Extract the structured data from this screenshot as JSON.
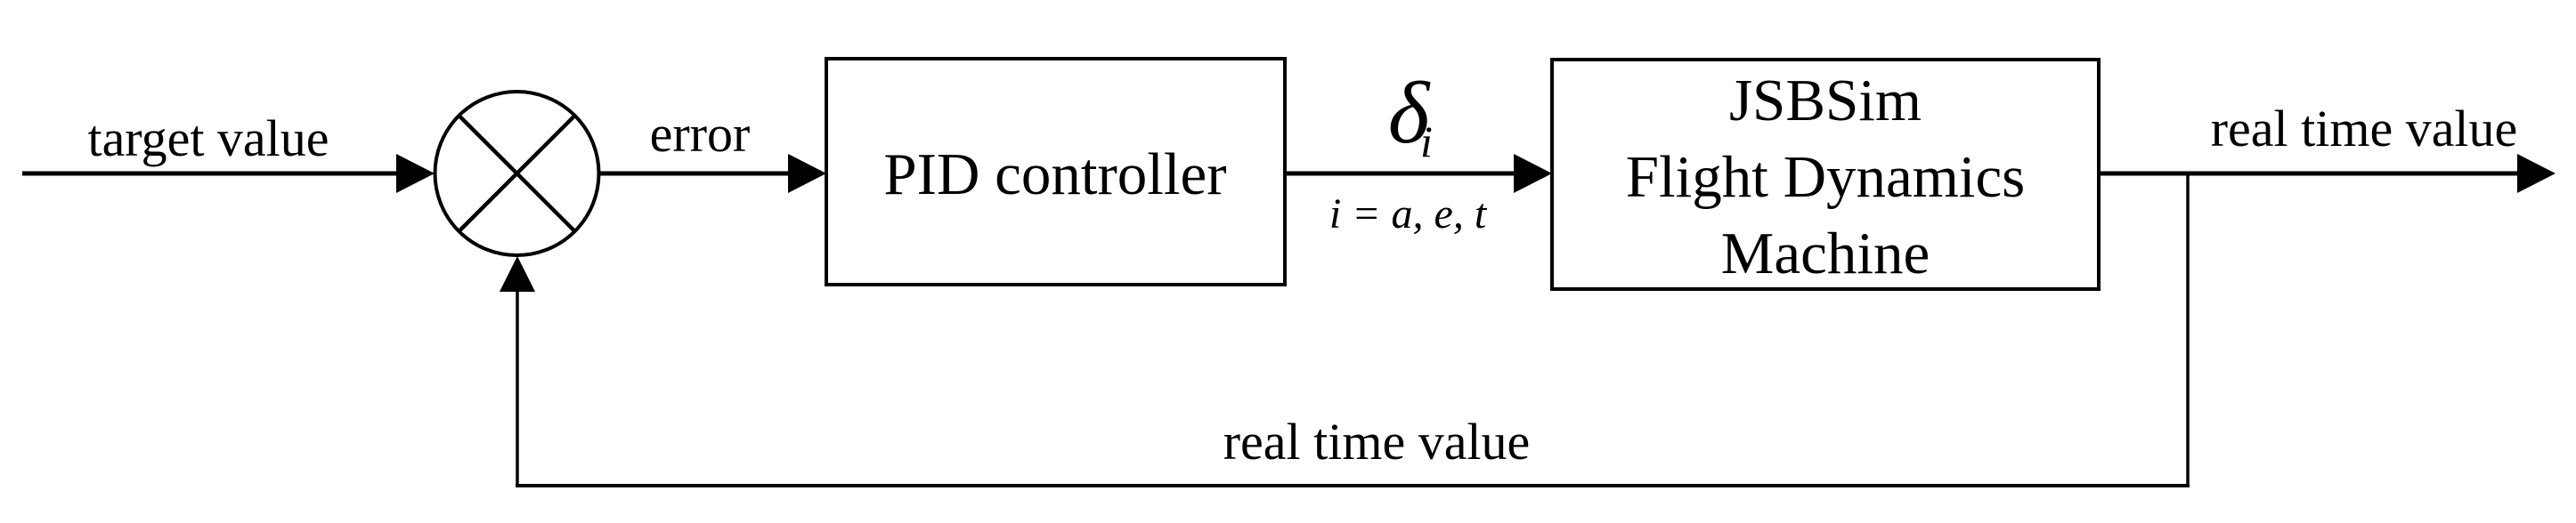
{
  "diagram": {
    "type": "control-loop-block-diagram",
    "background_color": "#ffffff",
    "line_color": "#000000",
    "labels": {
      "input": "target value",
      "error": "error",
      "output": "real time value",
      "feedback": "real time value",
      "delta": {
        "symbol": "δ",
        "subscript": "i",
        "condition": "i = a, e, t"
      }
    },
    "blocks": {
      "summing_junction": {
        "symbol": "circle-with-cross"
      },
      "pid": {
        "label": "PID controller"
      },
      "plant": {
        "lines": [
          "JSBSim",
          "Flight Dynamics",
          "Machine"
        ]
      }
    }
  }
}
